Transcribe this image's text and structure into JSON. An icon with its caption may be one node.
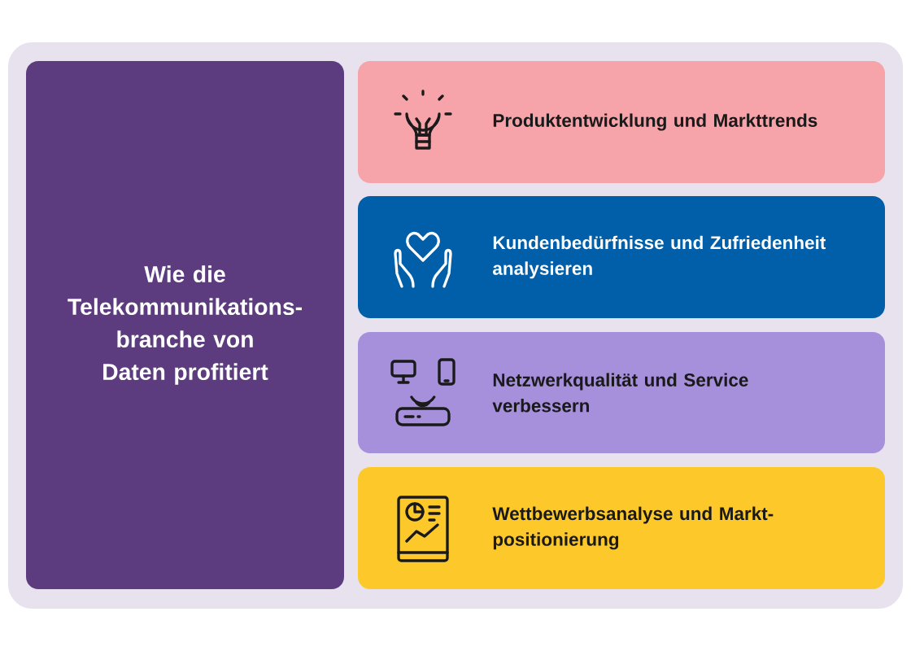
{
  "diagram": {
    "nodes": [
      {
        "text": [
          "Wie die Telekommunikations-branche von Daten profitiert"
        ]
      },
      {
        "text": [
          "Produktentwicklung und Markttrends"
        ]
      },
      {
        "text": [
          "Kundenbedürfnisse und Zufriedenheit analysieren"
        ]
      },
      {
        "text": [
          "Netzwerkqualität und Service verbessern"
        ]
      },
      {
        "text": [
          "Wettbewerbsanalyse und Markt-positionierung"
        ]
      }
    ]
  }
}
